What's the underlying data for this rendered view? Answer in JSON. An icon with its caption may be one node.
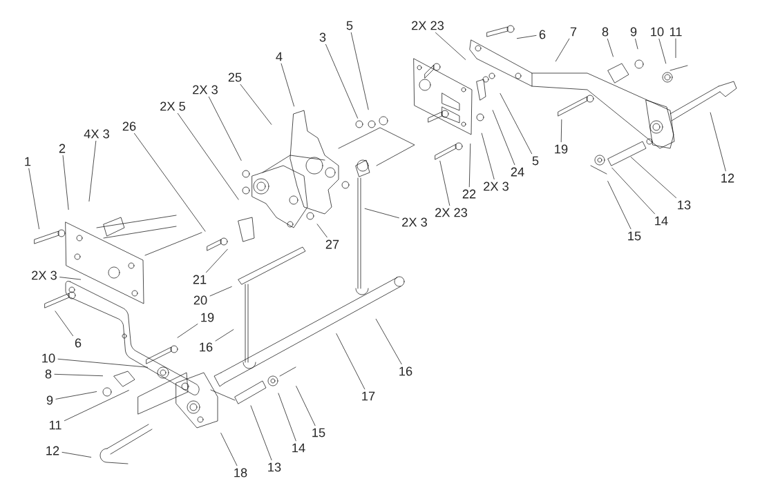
{
  "diagram": {
    "nodes": [
      {
        "text": [
          "1"
        ]
      },
      {
        "text": [
          "2"
        ]
      },
      {
        "text": [
          "4X 3"
        ]
      },
      {
        "text": [
          "26"
        ]
      },
      {
        "text": [
          "2X 5"
        ]
      },
      {
        "text": [
          "2X 3"
        ]
      },
      {
        "text": [
          "25"
        ]
      },
      {
        "text": [
          "4"
        ]
      },
      {
        "text": [
          "3"
        ]
      },
      {
        "text": [
          "5"
        ]
      },
      {
        "text": [
          "2X 23"
        ]
      },
      {
        "text": [
          "6"
        ]
      },
      {
        "text": [
          "7"
        ]
      },
      {
        "text": [
          "8"
        ]
      },
      {
        "text": [
          "9"
        ]
      },
      {
        "text": [
          "10"
        ]
      },
      {
        "text": [
          "11"
        ]
      },
      {
        "text": [
          "12"
        ]
      },
      {
        "text": [
          "13"
        ]
      },
      {
        "text": [
          "14"
        ]
      },
      {
        "text": [
          "15"
        ]
      },
      {
        "text": [
          "19"
        ]
      },
      {
        "text": [
          "5"
        ]
      },
      {
        "text": [
          "24"
        ]
      },
      {
        "text": [
          "2X 3"
        ]
      },
      {
        "text": [
          "22"
        ]
      },
      {
        "text": [
          "2X 23"
        ]
      },
      {
        "text": [
          "2X 3"
        ]
      },
      {
        "text": [
          "27"
        ]
      },
      {
        "text": [
          "21"
        ]
      },
      {
        "text": [
          "20"
        ]
      },
      {
        "text": [
          "2X 3"
        ]
      },
      {
        "text": [
          "6"
        ]
      },
      {
        "text": [
          "19"
        ]
      },
      {
        "text": [
          "16"
        ]
      },
      {
        "text": [
          "10"
        ]
      },
      {
        "text": [
          "8"
        ]
      },
      {
        "text": [
          "9"
        ]
      },
      {
        "text": [
          "11"
        ]
      },
      {
        "text": [
          "12"
        ]
      },
      {
        "text": [
          "18"
        ]
      },
      {
        "text": [
          "13"
        ]
      },
      {
        "text": [
          "14"
        ]
      },
      {
        "text": [
          "15"
        ]
      },
      {
        "text": [
          "17"
        ]
      },
      {
        "text": [
          "16"
        ]
      }
    ],
    "edges": [
      {
        "from": 0,
        "to": null,
        "arrow": "none"
      },
      {
        "from": 1,
        "to": null,
        "arrow": "none"
      },
      {
        "from": 2,
        "to": null,
        "arrow": "none"
      },
      {
        "from": 3,
        "to": null,
        "arrow": "none"
      },
      {
        "from": 4,
        "to": null,
        "arrow": "none"
      },
      {
        "from": 5,
        "to": null,
        "arrow": "none"
      },
      {
        "from": 6,
        "to": null,
        "arrow": "none"
      },
      {
        "from": 7,
        "to": null,
        "arrow": "none"
      },
      {
        "from": 8,
        "to": null,
        "arrow": "none"
      },
      {
        "from": 9,
        "to": null,
        "arrow": "none"
      },
      {
        "from": 10,
        "to": null,
        "arrow": "none"
      },
      {
        "from": 11,
        "to": null,
        "arrow": "none"
      },
      {
        "from": 12,
        "to": null,
        "arrow": "none"
      },
      {
        "from": 13,
        "to": null,
        "arrow": "none"
      },
      {
        "from": 14,
        "to": null,
        "arrow": "none"
      },
      {
        "from": 15,
        "to": null,
        "arrow": "none"
      },
      {
        "from": 16,
        "to": null,
        "arrow": "none"
      },
      {
        "from": 17,
        "to": null,
        "arrow": "none"
      },
      {
        "from": 18,
        "to": null,
        "arrow": "none"
      },
      {
        "from": 19,
        "to": null,
        "arrow": "none"
      },
      {
        "from": 20,
        "to": null,
        "arrow": "none"
      },
      {
        "from": 21,
        "to": null,
        "arrow": "none"
      },
      {
        "from": 22,
        "to": null,
        "arrow": "none"
      },
      {
        "from": 23,
        "to": null,
        "arrow": "none"
      },
      {
        "from": 24,
        "to": null,
        "arrow": "none"
      },
      {
        "from": 25,
        "to": null,
        "arrow": "none"
      },
      {
        "from": 26,
        "to": null,
        "arrow": "none"
      },
      {
        "from": 27,
        "to": null,
        "arrow": "none"
      },
      {
        "from": 28,
        "to": null,
        "arrow": "none"
      },
      {
        "from": 29,
        "to": null,
        "arrow": "none"
      },
      {
        "from": 30,
        "to": null,
        "arrow": "none"
      },
      {
        "from": 31,
        "to": null,
        "arrow": "none"
      },
      {
        "from": 32,
        "to": null,
        "arrow": "none"
      },
      {
        "from": 33,
        "to": null,
        "arrow": "none"
      },
      {
        "from": 34,
        "to": null,
        "arrow": "none"
      },
      {
        "from": 35,
        "to": null,
        "arrow": "none"
      },
      {
        "from": 36,
        "to": null,
        "arrow": "none"
      },
      {
        "from": 37,
        "to": null,
        "arrow": "none"
      },
      {
        "from": 38,
        "to": null,
        "arrow": "none"
      },
      {
        "from": 39,
        "to": null,
        "arrow": "none"
      },
      {
        "from": 40,
        "to": null,
        "arrow": "none"
      },
      {
        "from": 41,
        "to": null,
        "arrow": "none"
      },
      {
        "from": 42,
        "to": null,
        "arrow": "none"
      },
      {
        "from": 43,
        "to": null,
        "arrow": "none"
      },
      {
        "from": 44,
        "to": null,
        "arrow": "none"
      },
      {
        "from": 45,
        "to": null,
        "arrow": "none"
      }
    ]
  }
}
